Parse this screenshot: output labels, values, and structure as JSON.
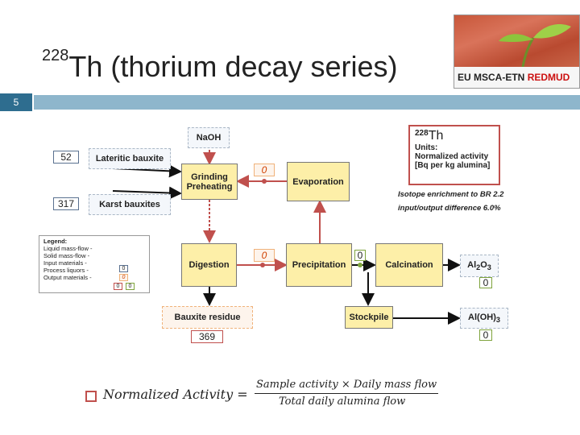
{
  "header": {
    "title_prefix": "228",
    "title_main": "Th (thorium decay series)",
    "slide_number": "5",
    "logo_text_1": "EU MSCA-ETN",
    "logo_text_2": "REDMUD"
  },
  "inputs": {
    "lateritic_value": "52",
    "lateritic_label": "Lateritic bauxite",
    "karst_value": "317",
    "karst_label": "Karst bauxites",
    "naoh_label": "NaOH"
  },
  "process": {
    "grinding": "Grinding Preheating",
    "evaporation": "Evaporation",
    "digestion": "Digestion",
    "precipitation": "Precipitation",
    "calcination": "Calcination",
    "liquor_value_1": "0",
    "liquor_value_2": "0",
    "precip_value": "0"
  },
  "outputs": {
    "residue_label": "Bauxite residue",
    "residue_value": "369",
    "stockpile_label": "Stockpile",
    "al2o3_label": "Al2O3",
    "al2o3_value": "0",
    "aloh3_label": "Al(OH)3",
    "aloh3_value": "0"
  },
  "units": {
    "isotope_mass": "228",
    "isotope_symbol": "Th",
    "units_label": "Units:",
    "units_desc": "Normalized activity",
    "units_unit": "[Bq per kg alumina]",
    "enrichment": "Isotope enrichment to BR 2.2",
    "difference": "input/output difference 6.0%"
  },
  "legend": {
    "title": "Legend:",
    "liquid": "Liquid mass-flow",
    "solid": "Solid mass-flow",
    "input": "Input materials",
    "process": "Process liquors",
    "output": "Output materials",
    "sample_0": "0"
  },
  "formula": {
    "lhs": "Normalized Activity =",
    "numerator": "Sample activity × Daily mass flow",
    "denominator": "Total daily alumina flow"
  }
}
